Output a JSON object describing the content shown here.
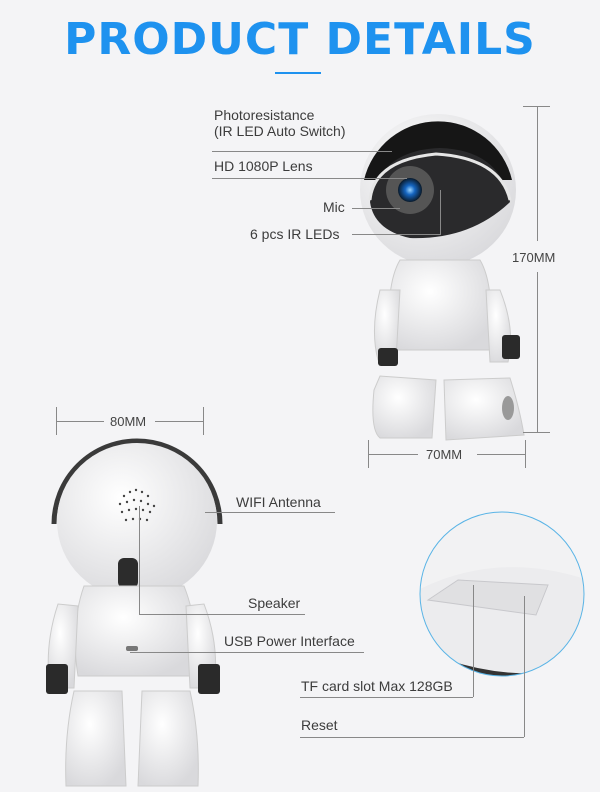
{
  "header": {
    "title": "PRODUCT DETAILS",
    "accent_color": "#1e92ef"
  },
  "front_view": {
    "callouts": [
      {
        "label_line1": "Photoresistance",
        "label_line2": "(IR LED Auto Switch)"
      },
      {
        "label": "HD 1080P Lens"
      },
      {
        "label": "Mic"
      },
      {
        "label": "6 pcs IR LEDs"
      }
    ],
    "dimensions": {
      "height": "170MM",
      "width": "70MM"
    }
  },
  "back_view": {
    "callouts": [
      {
        "label": "WIFI Antenna"
      },
      {
        "label": "Speaker"
      },
      {
        "label": "USB Power Interface"
      }
    ],
    "dimensions": {
      "head_width": "80MM"
    }
  },
  "detail_view": {
    "callouts": [
      {
        "label": "TF card slot Max 128GB"
      },
      {
        "label": "Reset"
      }
    ]
  }
}
